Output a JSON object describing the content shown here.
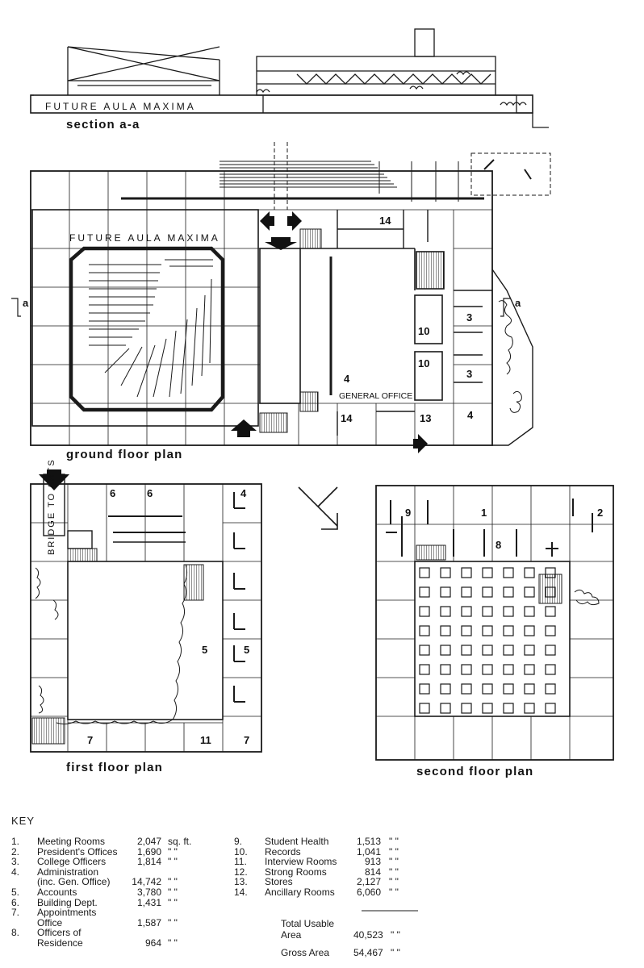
{
  "labels": {
    "section_caption": "section a-a",
    "ground_caption": "ground floor plan",
    "first_caption": "first floor plan",
    "second_caption": "second floor plan",
    "future_aula_section": "FUTURE AULA MAXIMA",
    "future_aula_plan": "FUTURE AULA MAXIMA",
    "section_marker": "a",
    "general_office": "GENERAL OFFICE",
    "bridge_to_arts": "BRIDGE TO ARTS"
  },
  "room_numbers": {
    "ground": [
      "14",
      "3",
      "10",
      "3",
      "10",
      "4",
      "14",
      "13",
      "4"
    ],
    "first": [
      "6",
      "6",
      "4",
      "5",
      "5",
      "7",
      "11",
      "7"
    ],
    "second": [
      "9",
      "1",
      "2",
      "8"
    ]
  },
  "key": {
    "title": "KEY",
    "unit_label": "sq. ft.",
    "ditto": "\"  \"",
    "left": [
      {
        "no": "1.",
        "name": [
          "Meeting Rooms"
        ],
        "area": "2,047"
      },
      {
        "no": "2.",
        "name": [
          "President's Offices"
        ],
        "area": "1,690"
      },
      {
        "no": "3.",
        "name": [
          "College Officers"
        ],
        "area": "1,814"
      },
      {
        "no": "4.",
        "name": [
          "Administration",
          "(inc. Gen. Office)"
        ],
        "area": "14,742"
      },
      {
        "no": "5.",
        "name": [
          "Accounts"
        ],
        "area": "3,780"
      },
      {
        "no": "6.",
        "name": [
          "Building Dept."
        ],
        "area": "1,431"
      },
      {
        "no": "7.",
        "name": [
          "Appointments",
          "Office"
        ],
        "area": "1,587"
      },
      {
        "no": "8.",
        "name": [
          "Officers of",
          "Residence"
        ],
        "area": "964"
      }
    ],
    "right": [
      {
        "no": "9.",
        "name": "Student Health",
        "area": "1,513"
      },
      {
        "no": "10.",
        "name": "Records",
        "area": "1,041"
      },
      {
        "no": "11.",
        "name": "Interview Rooms",
        "area": "913"
      },
      {
        "no": "12.",
        "name": "Strong Rooms",
        "area": "814"
      },
      {
        "no": "13.",
        "name": "Stores",
        "area": "2,127"
      },
      {
        "no": "14.",
        "name": "Ancillary Rooms",
        "area": "6,060"
      }
    ],
    "total_usable_label": [
      "Total Usable",
      "Area"
    ],
    "total_usable_value": "40,523",
    "gross_area_label": "Gross Area",
    "gross_area_value": "54,467"
  }
}
